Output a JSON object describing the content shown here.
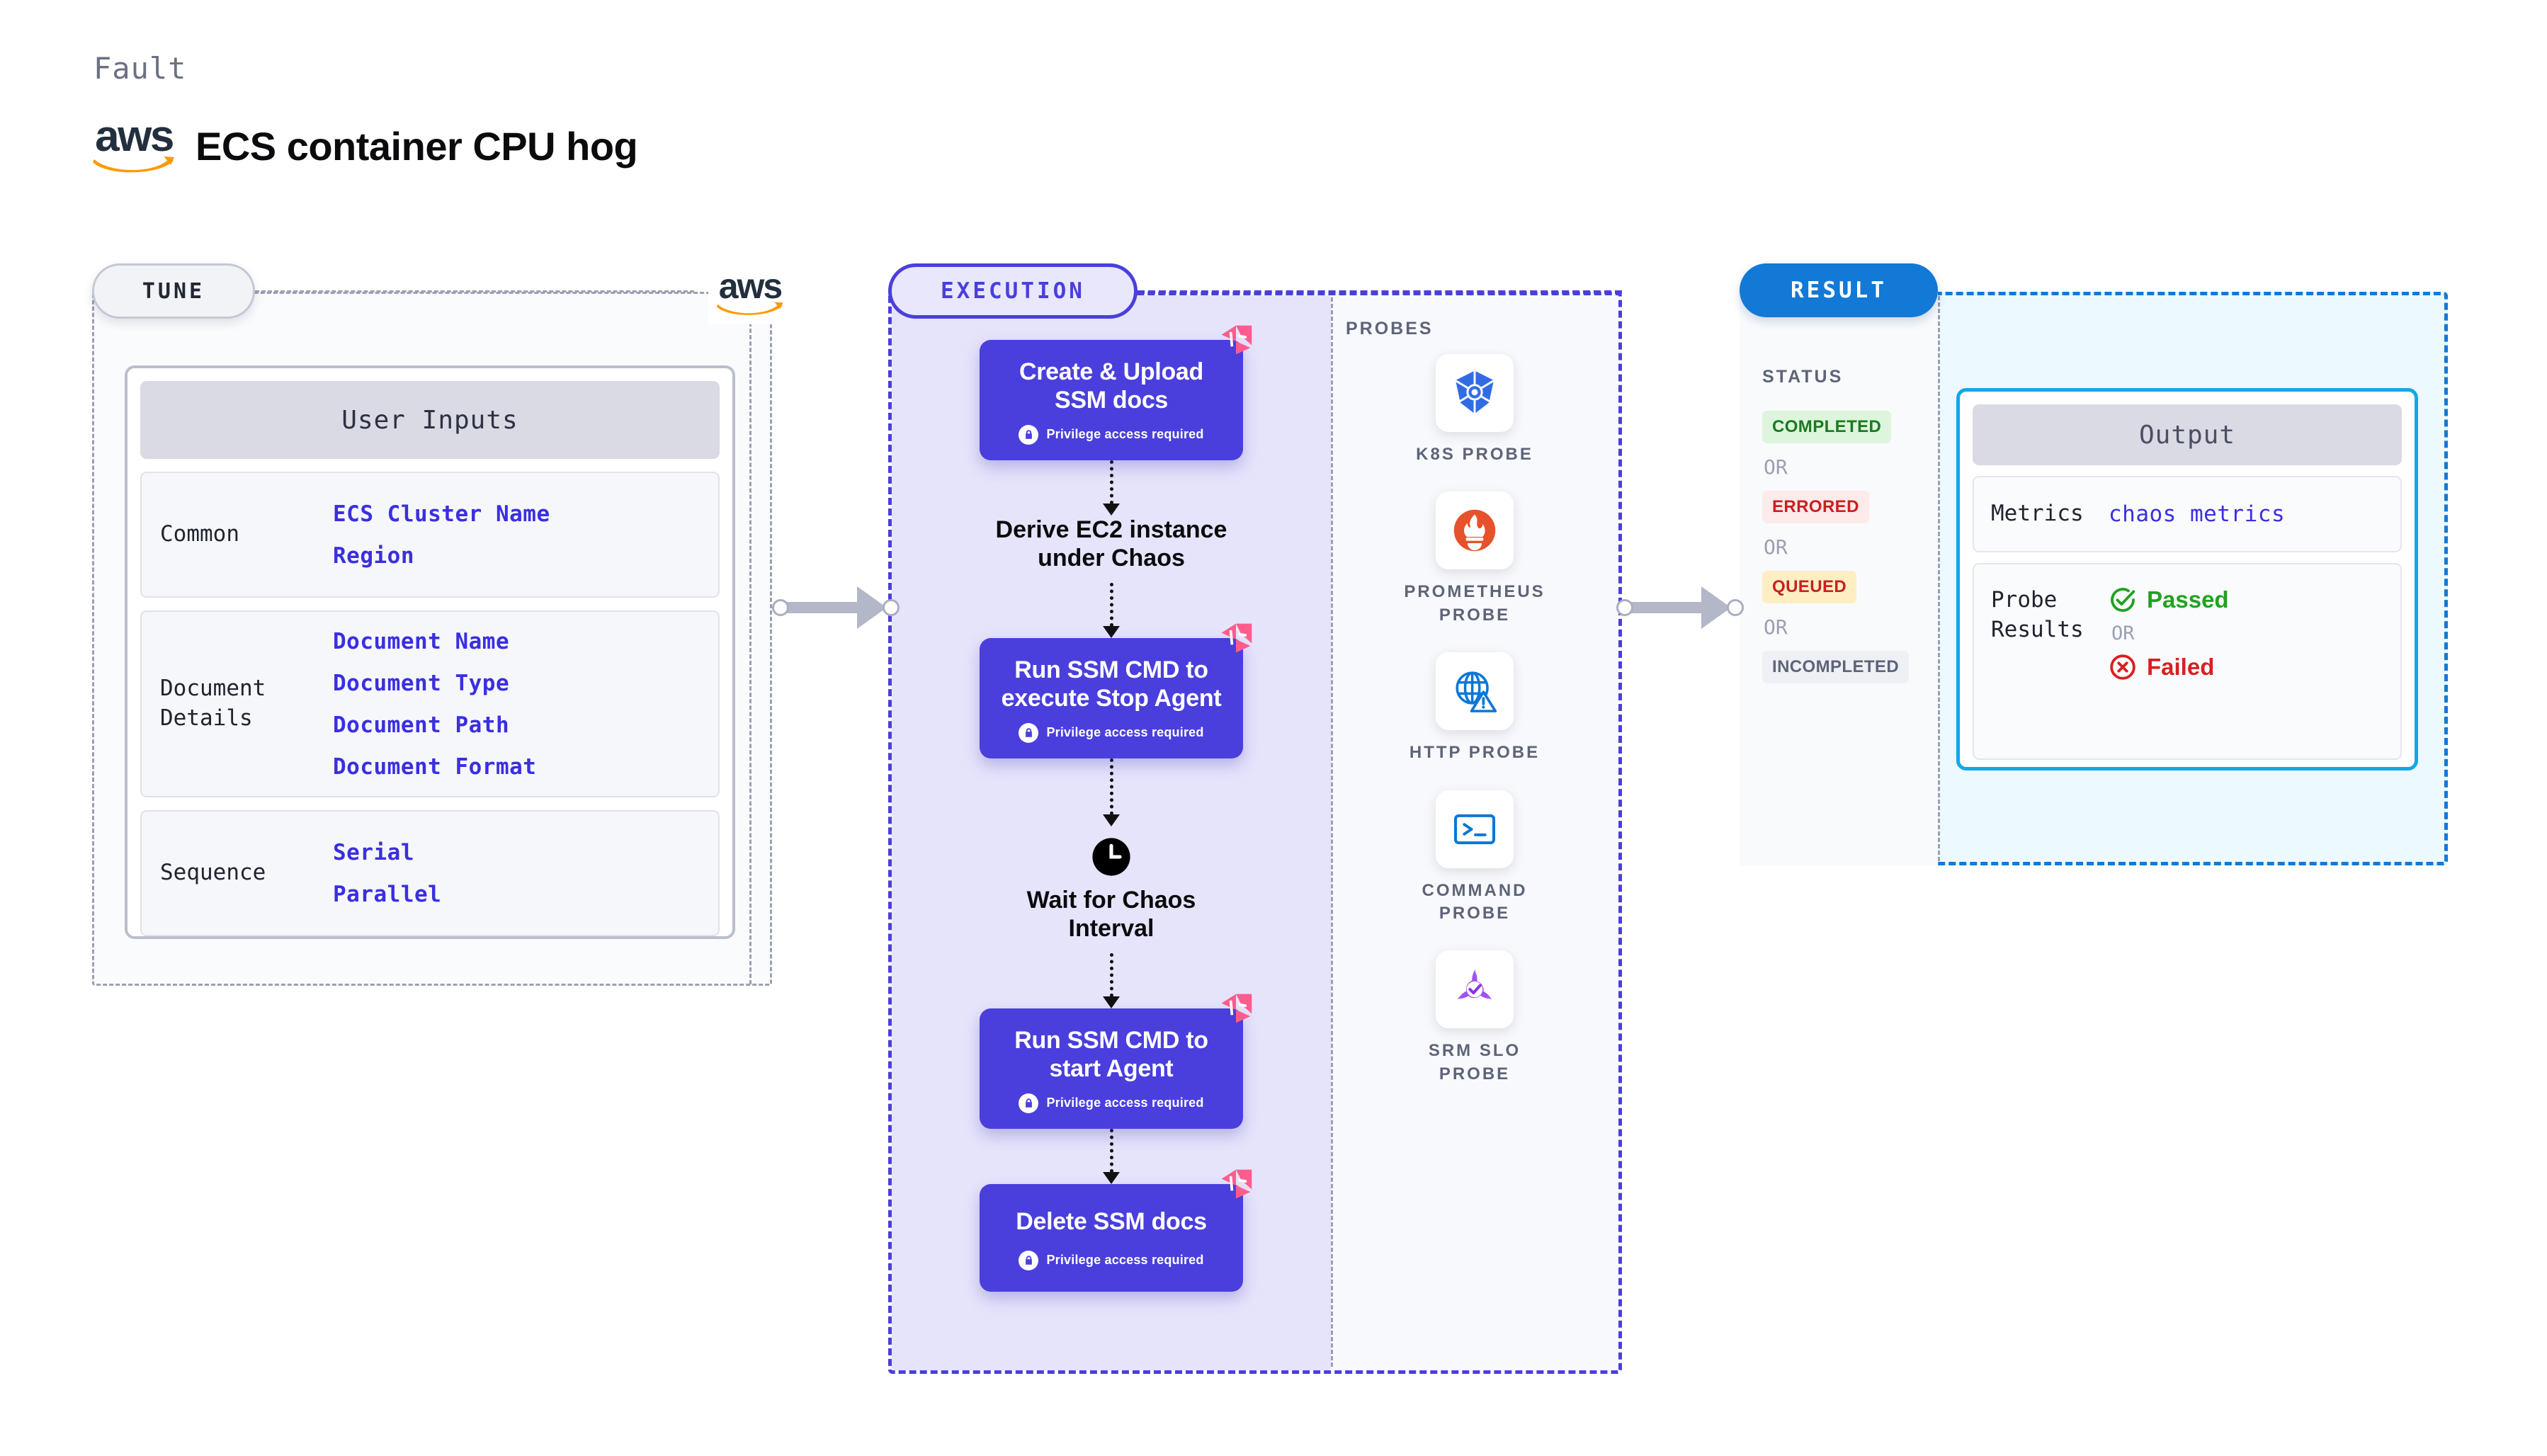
{
  "header": {
    "fault_label": "Fault",
    "title": "ECS container CPU hog",
    "logo_name": "aws",
    "logo_text": "aws"
  },
  "tune": {
    "pill_label": "TUNE",
    "cloud_logo": "aws",
    "card_title": "User Inputs",
    "groups": [
      {
        "label": "Common",
        "values": [
          "ECS Cluster Name",
          "Region"
        ]
      },
      {
        "label": "Document\nDetails",
        "label_line1": "Document",
        "label_line2": "Details",
        "values": [
          "Document Name",
          "Document Type",
          "Document Path",
          "Document Format"
        ]
      },
      {
        "label": "Sequence",
        "values": [
          "Serial",
          "Parallel"
        ]
      }
    ]
  },
  "execution": {
    "pill_label": "EXECUTION",
    "privilege_note": "Privilege access required",
    "steps": [
      {
        "kind": "box",
        "title_line1": "Create & Upload",
        "title_line2": "SSM docs",
        "privileged": true
      },
      {
        "kind": "plain",
        "title_line1": "Derive EC2 instance",
        "title_line2": "under Chaos",
        "privileged": false
      },
      {
        "kind": "box",
        "title_line1": "Run SSM CMD to",
        "title_line2": "execute Stop Agent",
        "privileged": true
      },
      {
        "kind": "clock",
        "title_line1": "Wait for Chaos",
        "title_line2": "Interval",
        "privileged": false
      },
      {
        "kind": "box",
        "title_line1": "Run SSM CMD to",
        "title_line2": "start Agent",
        "privileged": true
      },
      {
        "kind": "box",
        "title_line1": "Delete SSM docs",
        "title_line2": "",
        "privileged": true
      }
    ]
  },
  "probes": {
    "title": "PROBES",
    "items": [
      {
        "icon": "kubernetes-icon",
        "label_line1": "K8S PROBE",
        "label_line2": ""
      },
      {
        "icon": "prometheus-icon",
        "label_line1": "PROMETHEUS",
        "label_line2": "PROBE"
      },
      {
        "icon": "http-globe-icon",
        "label_line1": "HTTP PROBE",
        "label_line2": ""
      },
      {
        "icon": "command-terminal-icon",
        "label_line1": "COMMAND",
        "label_line2": "PROBE"
      },
      {
        "icon": "srm-slo-icon",
        "label_line1": "SRM SLO",
        "label_line2": "PROBE"
      }
    ]
  },
  "result": {
    "pill_label": "RESULT",
    "status_title": "STATUS",
    "or_label": "OR",
    "statuses": [
      {
        "label": "COMPLETED",
        "color": "#1a7a1f",
        "bg": "#ddf5dd"
      },
      {
        "label": "ERRORED",
        "color": "#c92020",
        "bg": "#fdeaea"
      },
      {
        "label": "QUEUED",
        "color": "#c92020",
        "bg": "#fdeec4"
      },
      {
        "label": "INCOMPLETED",
        "color": "#5e6478",
        "bg": "#eff0f5"
      }
    ],
    "output": {
      "title": "Output",
      "metrics_label": "Metrics",
      "metrics_value": "chaos metrics",
      "probe_results_label_line1": "Probe",
      "probe_results_label_line2": "Results",
      "passed_label": "Passed",
      "failed_label": "Failed",
      "or_label": "OR",
      "passed_color": "#21a221",
      "failed_color": "#da1f1f"
    }
  },
  "colors": {
    "accent_purple": "#4a3fdc",
    "accent_blue": "#1279d6",
    "output_border": "#13a7e8",
    "harness_pink": "#ff5c8d",
    "aws_orange": "#ff9900"
  }
}
